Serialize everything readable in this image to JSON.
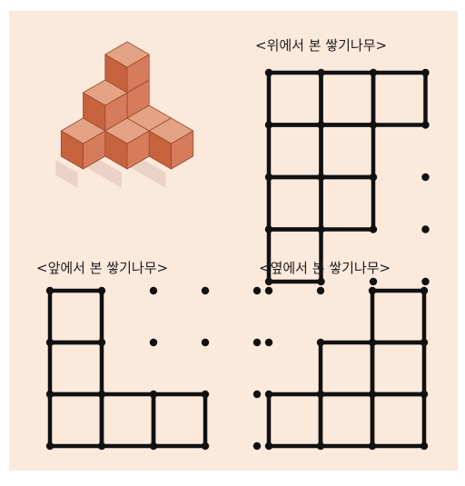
{
  "panel": {
    "background": "#fbe9dc"
  },
  "labels": {
    "top_view": "<위에서 본 쌓기나무>",
    "front_view": "<앞에서 본 쌓기나무>",
    "side_view": "<옆에서 본 쌓기나무>"
  },
  "colors": {
    "cube_top": "#e4a384",
    "cube_left": "#c7623f",
    "cube_right": "#d67b5b",
    "cube_edge": "#9a4a2e",
    "shadow": "#ead3c6",
    "grid": "#111111"
  },
  "isometric_stack": {
    "cubes": [
      {
        "x": 0,
        "y": 0,
        "z": 0
      },
      {
        "x": 0,
        "y": 0,
        "z": 1
      },
      {
        "x": 0,
        "y": 0,
        "z": 2
      },
      {
        "x": 1,
        "y": 0,
        "z": 0
      },
      {
        "x": 2,
        "y": 0,
        "z": 0
      },
      {
        "x": 0,
        "y": 1,
        "z": 0
      },
      {
        "x": 0,
        "y": 1,
        "z": 1
      },
      {
        "x": 0,
        "y": 2,
        "z": 0
      },
      {
        "x": 1,
        "y": 1,
        "z": 0
      }
    ]
  },
  "views": {
    "top": {
      "cols": 4,
      "rows": 4,
      "filled": [
        [
          0,
          0
        ],
        [
          1,
          0
        ],
        [
          2,
          0
        ],
        [
          0,
          1
        ],
        [
          1,
          1
        ],
        [
          0,
          2
        ],
        [
          1,
          2
        ],
        [
          0,
          3
        ]
      ]
    },
    "front": {
      "cols": 4,
      "rows": 3,
      "filled": [
        [
          0,
          0
        ],
        [
          0,
          1
        ],
        [
          0,
          2
        ],
        [
          1,
          2
        ],
        [
          2,
          2
        ]
      ]
    },
    "side": {
      "cols": 4,
      "rows": 3,
      "filled": [
        [
          2,
          0
        ],
        [
          1,
          1
        ],
        [
          2,
          1
        ],
        [
          0,
          2
        ],
        [
          1,
          2
        ],
        [
          2,
          2
        ]
      ]
    }
  }
}
